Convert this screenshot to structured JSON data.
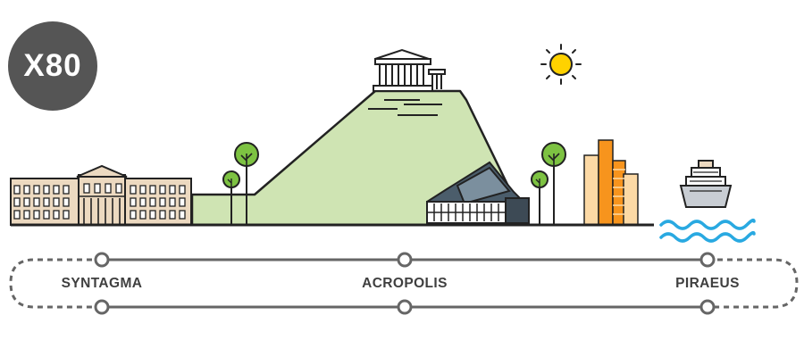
{
  "route": {
    "badge": "X80",
    "stops": [
      {
        "name": "SYNTAGMA"
      },
      {
        "name": "ACROPOLIS"
      },
      {
        "name": "PIRAEUS"
      }
    ]
  },
  "colors": {
    "badge": "#555555",
    "line": "#666666",
    "hill": "#cfe4b3",
    "tree": "#7dc242",
    "sun": "#ffd200",
    "building": "#ecd9c0",
    "tower_orange": "#f7941d",
    "tower_light": "#fcd9a5",
    "water": "#29a9e1",
    "text": "#3f3f3f"
  },
  "icons": [
    "parliament-building",
    "tree",
    "acropolis-hill",
    "parthenon",
    "museum-building",
    "sun",
    "towers",
    "cruise-ship",
    "waves"
  ]
}
